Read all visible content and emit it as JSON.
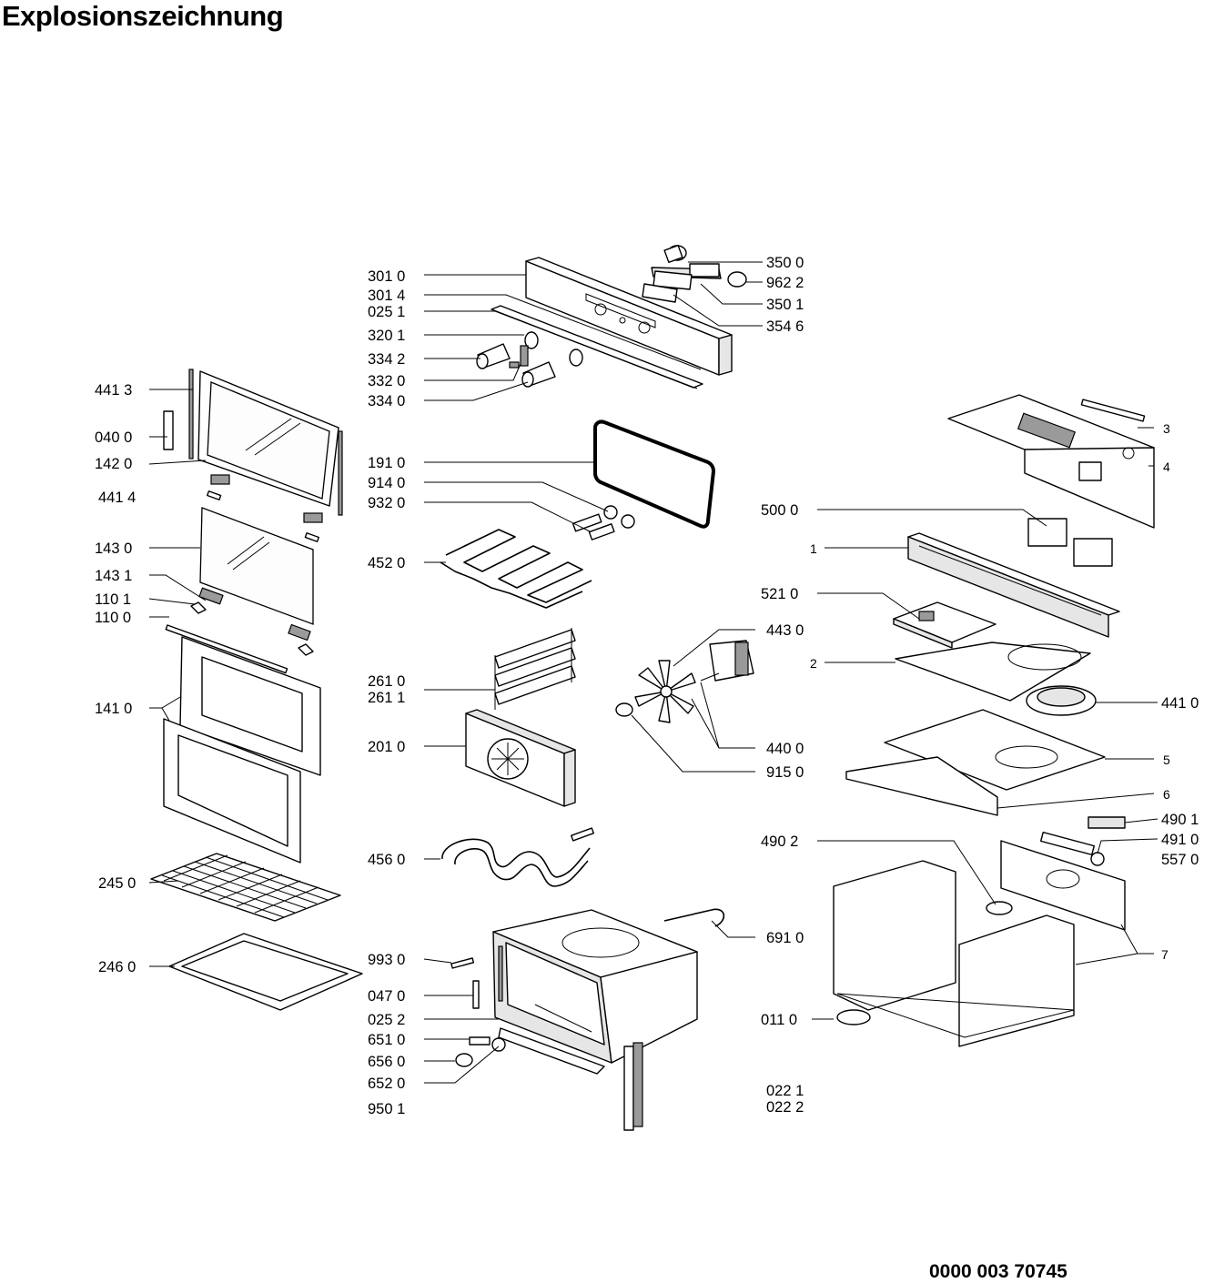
{
  "title": "Explosionszeichnung",
  "document_number": "0000 003 70745",
  "callouts": [
    {
      "id": "301_0",
      "text": "301 0"
    },
    {
      "id": "301_4",
      "text": "301 4"
    },
    {
      "id": "025_1",
      "text": "025 1"
    },
    {
      "id": "320_1",
      "text": "320 1"
    },
    {
      "id": "334_2",
      "text": "334 2"
    },
    {
      "id": "332_0",
      "text": "332 0"
    },
    {
      "id": "334_0",
      "text": "334 0"
    },
    {
      "id": "350_0",
      "text": "350 0"
    },
    {
      "id": "962_2",
      "text": "962 2"
    },
    {
      "id": "350_1",
      "text": "350 1"
    },
    {
      "id": "354_6",
      "text": "354 6"
    },
    {
      "id": "441_3",
      "text": "441 3"
    },
    {
      "id": "040_0",
      "text": "040 0"
    },
    {
      "id": "142_0",
      "text": "142 0"
    },
    {
      "id": "441_4",
      "text": "441 4"
    },
    {
      "id": "143_0",
      "text": "143 0"
    },
    {
      "id": "143_1",
      "text": "143 1"
    },
    {
      "id": "110_1",
      "text": "110 1"
    },
    {
      "id": "110_0",
      "text": "110 0"
    },
    {
      "id": "141_0",
      "text": "141 0"
    },
    {
      "id": "245_0",
      "text": "245 0"
    },
    {
      "id": "246_0",
      "text": "246 0"
    },
    {
      "id": "191_0",
      "text": "191 0"
    },
    {
      "id": "914_0",
      "text": "914 0"
    },
    {
      "id": "932_0",
      "text": "932 0"
    },
    {
      "id": "452_0",
      "text": "452 0"
    },
    {
      "id": "261_0",
      "text": "261 0"
    },
    {
      "id": "261_1",
      "text": "261 1"
    },
    {
      "id": "201_0",
      "text": "201 0"
    },
    {
      "id": "456_0",
      "text": "456 0"
    },
    {
      "id": "993_0",
      "text": "993 0"
    },
    {
      "id": "047_0",
      "text": "047 0"
    },
    {
      "id": "025_2",
      "text": "025 2"
    },
    {
      "id": "651_0",
      "text": "651 0"
    },
    {
      "id": "656_0",
      "text": "656 0"
    },
    {
      "id": "652_0",
      "text": "652 0"
    },
    {
      "id": "950_1",
      "text": "950 1"
    },
    {
      "id": "443_0",
      "text": "443 0"
    },
    {
      "id": "440_0",
      "text": "440 0"
    },
    {
      "id": "915_0",
      "text": "915 0"
    },
    {
      "id": "691_0",
      "text": "691 0"
    },
    {
      "id": "011_0",
      "text": "011 0"
    },
    {
      "id": "022_1",
      "text": "022 1"
    },
    {
      "id": "022_2",
      "text": "022 2"
    },
    {
      "id": "500_0",
      "text": "500 0"
    },
    {
      "id": "521_0",
      "text": "521 0"
    },
    {
      "id": "490_2",
      "text": "490 2"
    },
    {
      "id": "490_1",
      "text": "490 1"
    },
    {
      "id": "491_0",
      "text": "491 0"
    },
    {
      "id": "557_0",
      "text": "557 0"
    },
    {
      "id": "441_0",
      "text": "441 0"
    },
    {
      "id": "n1",
      "text": "1"
    },
    {
      "id": "n2",
      "text": "2"
    },
    {
      "id": "n3",
      "text": "3"
    },
    {
      "id": "n4",
      "text": "4"
    },
    {
      "id": "n5",
      "text": "5"
    },
    {
      "id": "n6",
      "text": "6"
    },
    {
      "id": "n7",
      "text": "7"
    }
  ]
}
